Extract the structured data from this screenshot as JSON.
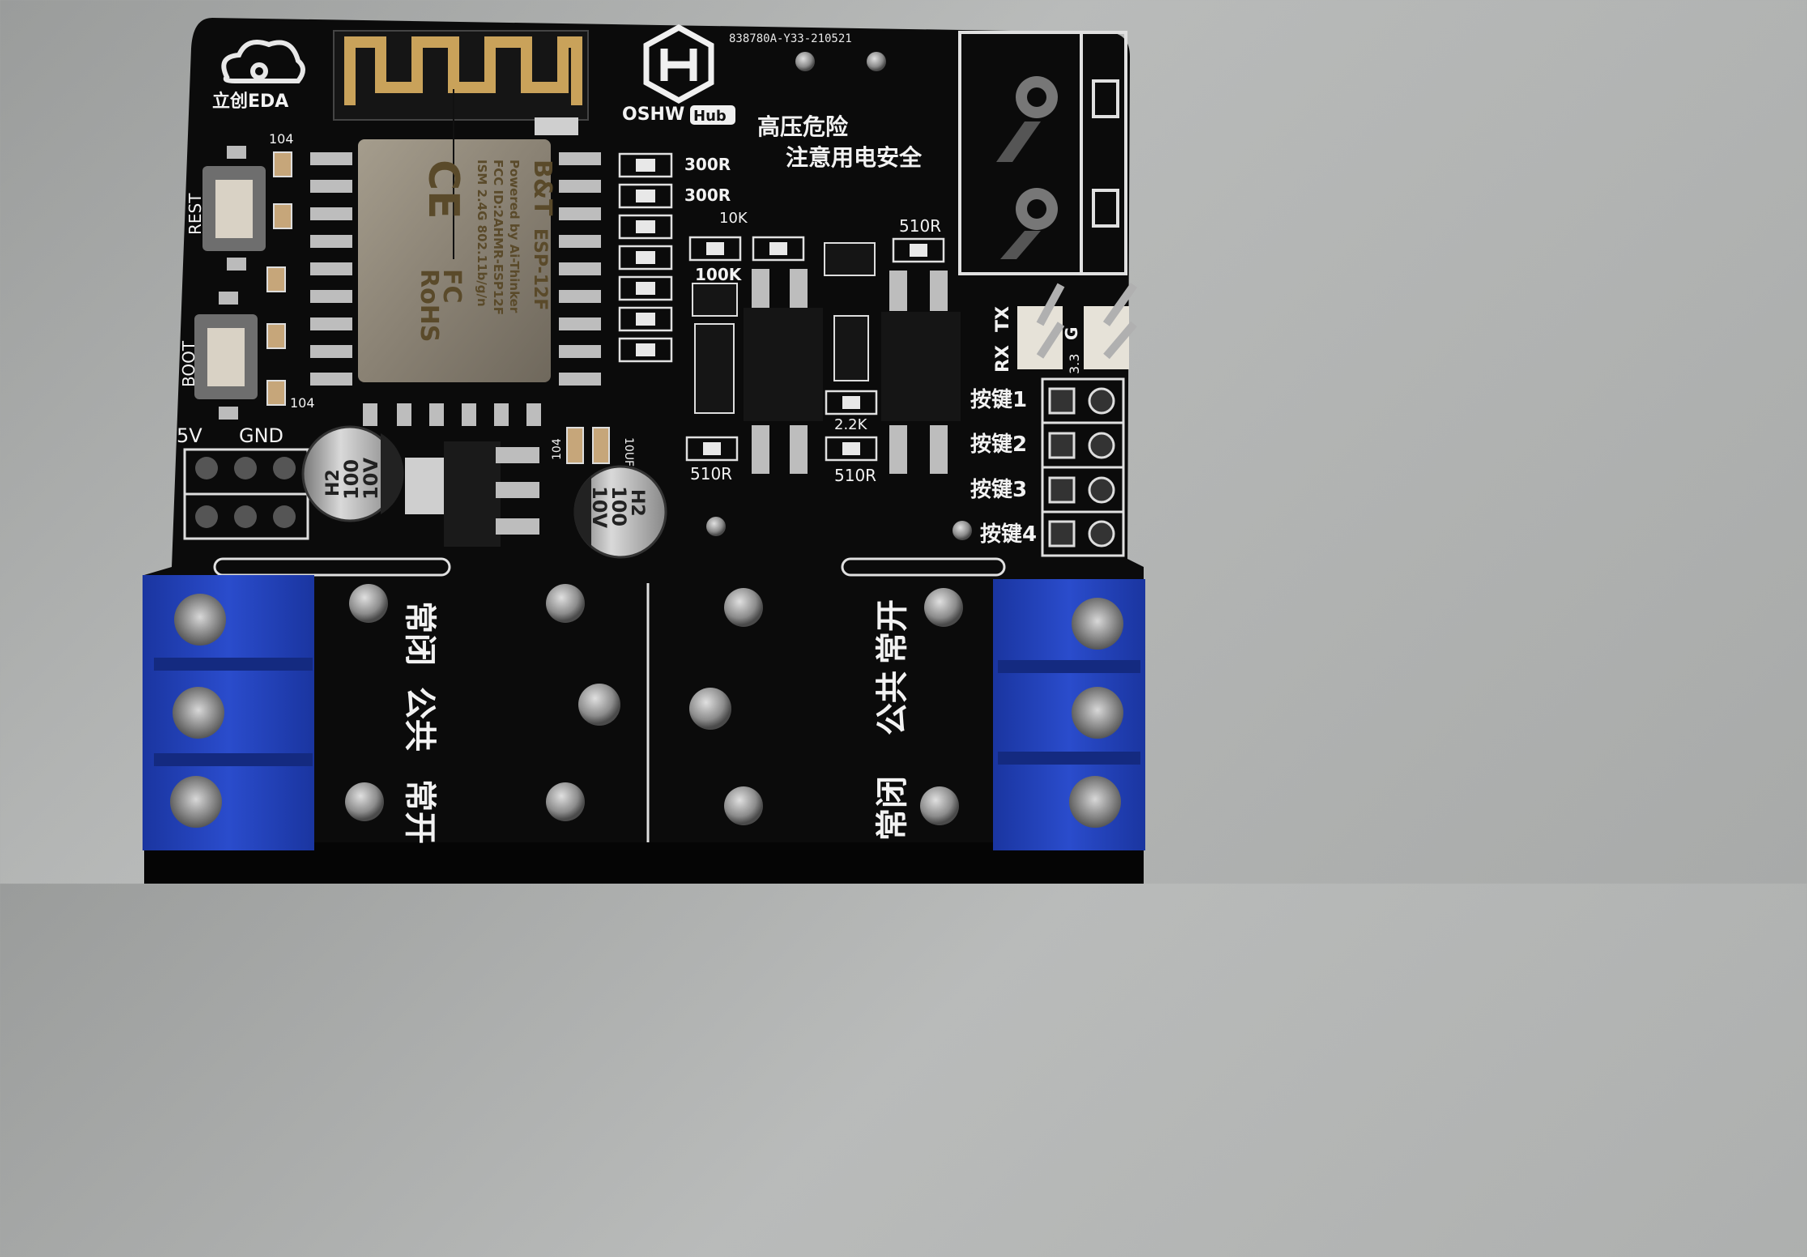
{
  "board": {
    "part_code": "838780A-Y33-210521",
    "logo_left": "立创EDA",
    "logo_oshw": "OSHW",
    "logo_hub": "Hub",
    "warning_line1": "高压危险",
    "warning_line2": "注意用电安全"
  },
  "module": {
    "brand": "B&T",
    "model": "ESP-12F",
    "powered": "Powered by Ai-Thinker",
    "fcc": "FCC ID:2AHMR-ESP12F",
    "ism": "ISM 2.4G  802.11b/g/n",
    "ce": "CE",
    "fc": "FC",
    "rohs": "RoHS"
  },
  "buttons": {
    "reset": "REST",
    "boot": "BOOT"
  },
  "power": {
    "v5": "5V",
    "gnd": "GND"
  },
  "components": {
    "r1": "300R",
    "r2": "300R",
    "r3": "10K",
    "r4": "100K",
    "r5": "510R",
    "r6": "510R",
    "r7": "510R",
    "r8": "2.2K",
    "c104a": "104",
    "c104b": "104",
    "c104c": "104",
    "c10uf": "10UF"
  },
  "capacitors": {
    "left": {
      "series": "H2",
      "value": "100",
      "voltage": "10V"
    },
    "right": {
      "series": "H2",
      "value": "100",
      "voltage": "10V"
    }
  },
  "uart": {
    "rx": "RX",
    "tx": "TX",
    "g": "G",
    "v33": "3.3"
  },
  "keys": [
    "按键1",
    "按键2",
    "按键3",
    "按键4"
  ],
  "relay_left": {
    "nc": "常闭",
    "com": "公共",
    "no": "常开"
  },
  "relay_right": {
    "no": "常开",
    "com": "公共",
    "nc": "常闭"
  },
  "colors": {
    "pcb": "#0a0a0a",
    "terminal_blue": "#1f3fb5",
    "gold": "#c9a25a",
    "shield": "#8f887a",
    "background": "#a9abaa"
  }
}
